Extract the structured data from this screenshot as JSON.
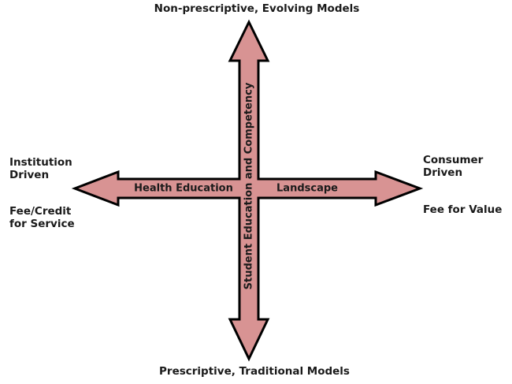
{
  "diagram": {
    "title_context": "Health Education Landscape quadrant diagram",
    "colors": {
      "background": "#ffffff",
      "arrow_fill": "#d89393",
      "arrow_stroke": "#000000",
      "text": "#1a1a1a"
    },
    "axis_labels": {
      "top": "Non-prescriptive, Evolving Models",
      "bottom": "Prescriptive, Traditional Models",
      "left_primary": "Institution\nDriven",
      "left_secondary": "Fee/Credit\nfor Service",
      "right_primary": "Consumer\nDriven",
      "right_secondary": "Fee for Value"
    },
    "arrow_labels": {
      "horizontal_left": "Health Education",
      "horizontal_right": "Landscape",
      "vertical": "Student Education and Competency"
    },
    "icons": {
      "four_headed_arrow": "four-headed-cross-arrow"
    }
  }
}
